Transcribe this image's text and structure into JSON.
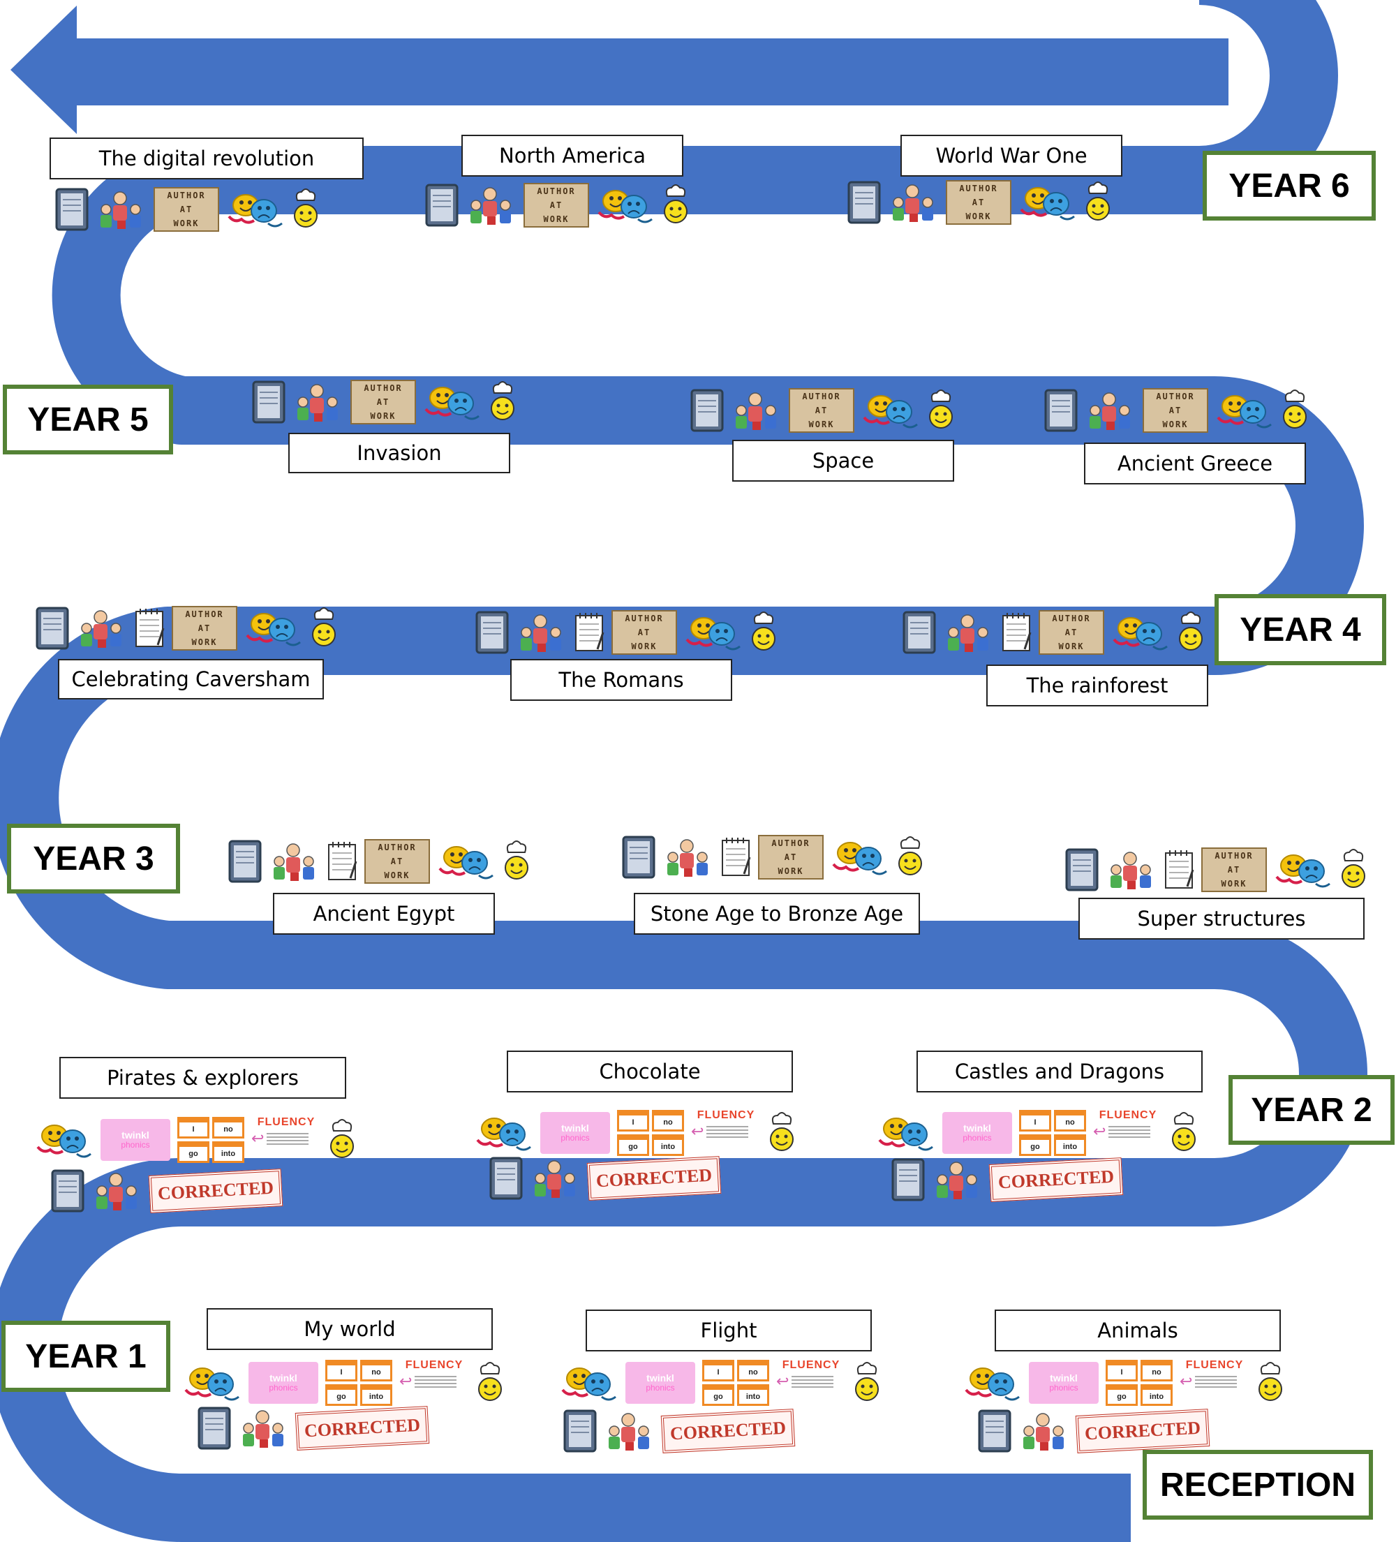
{
  "colors": {
    "road": "#4472c4",
    "badge_border": "#548235"
  },
  "years": {
    "year6": "YEAR 6",
    "year5": "YEAR 5",
    "year4": "YEAR 4",
    "year3": "YEAR 3",
    "year2": "YEAR 2",
    "year1": "YEAR 1",
    "reception": "RECEPTION"
  },
  "topics": {
    "y6": [
      "The digital revolution",
      "North America",
      "World War One"
    ],
    "y5": [
      "Invasion",
      "Space",
      "Ancient Greece"
    ],
    "y4": [
      "Celebrating Caversham",
      "The Romans",
      "The rainforest"
    ],
    "y3": [
      "Ancient Egypt",
      "Stone Age to Bronze Age",
      "Super structures"
    ],
    "y2": [
      "Pirates & explorers",
      "Chocolate",
      "Castles and Dragons"
    ],
    "y1": [
      "My world",
      "Flight",
      "Animals"
    ]
  },
  "icons": {
    "author": [
      "AUTHOR",
      "AT",
      "WORK"
    ],
    "twinkl": [
      "twinkl",
      "phonics"
    ],
    "words": [
      "I",
      "no",
      "go",
      "into"
    ],
    "fluency": "FLUENCY",
    "corrected": "CORRECTED"
  }
}
